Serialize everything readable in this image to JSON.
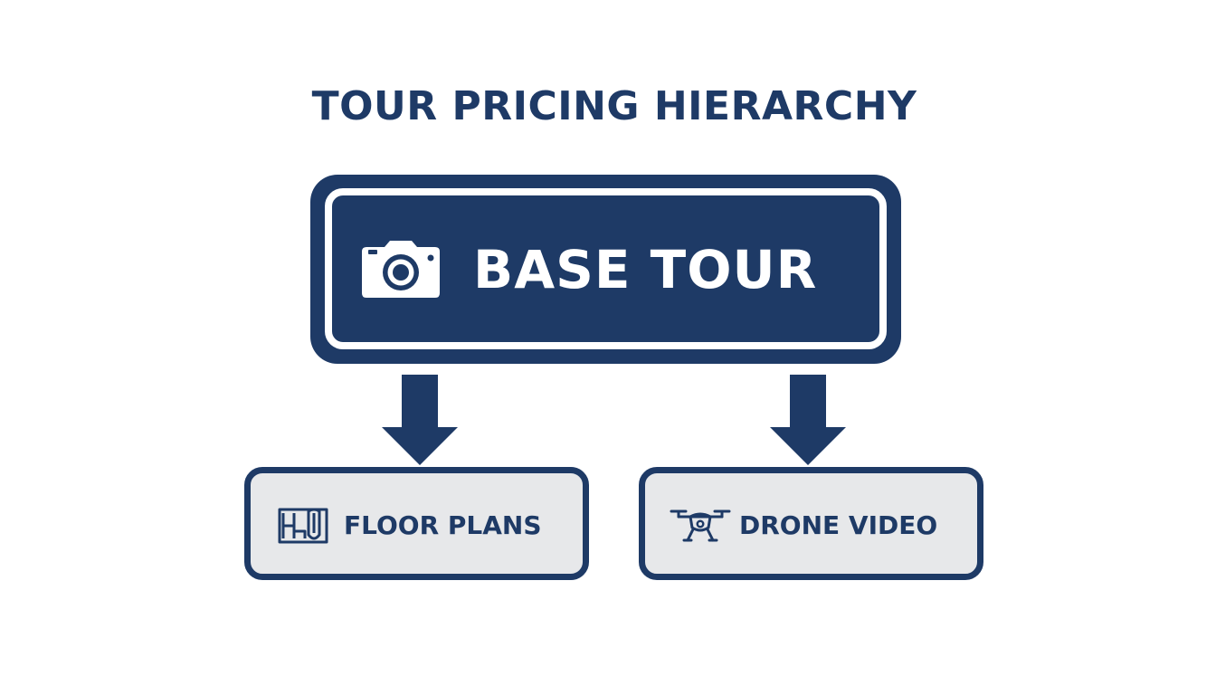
{
  "title": "TOUR PRICING HIERARCHY",
  "nodes": {
    "base": {
      "label": "BASE TOUR",
      "icon": "camera-icon"
    },
    "floor_plans": {
      "label": "FLOOR PLANS",
      "icon": "floor-plan-icon"
    },
    "drone_video": {
      "label": "DRONE VIDEO",
      "icon": "drone-icon"
    }
  },
  "edges": [
    {
      "from": "base",
      "to": "floor_plans"
    },
    {
      "from": "base",
      "to": "drone_video"
    }
  ],
  "colors": {
    "navy": "#1e3a66",
    "child_fill": "#e7e8ea",
    "background": "#ffffff"
  }
}
